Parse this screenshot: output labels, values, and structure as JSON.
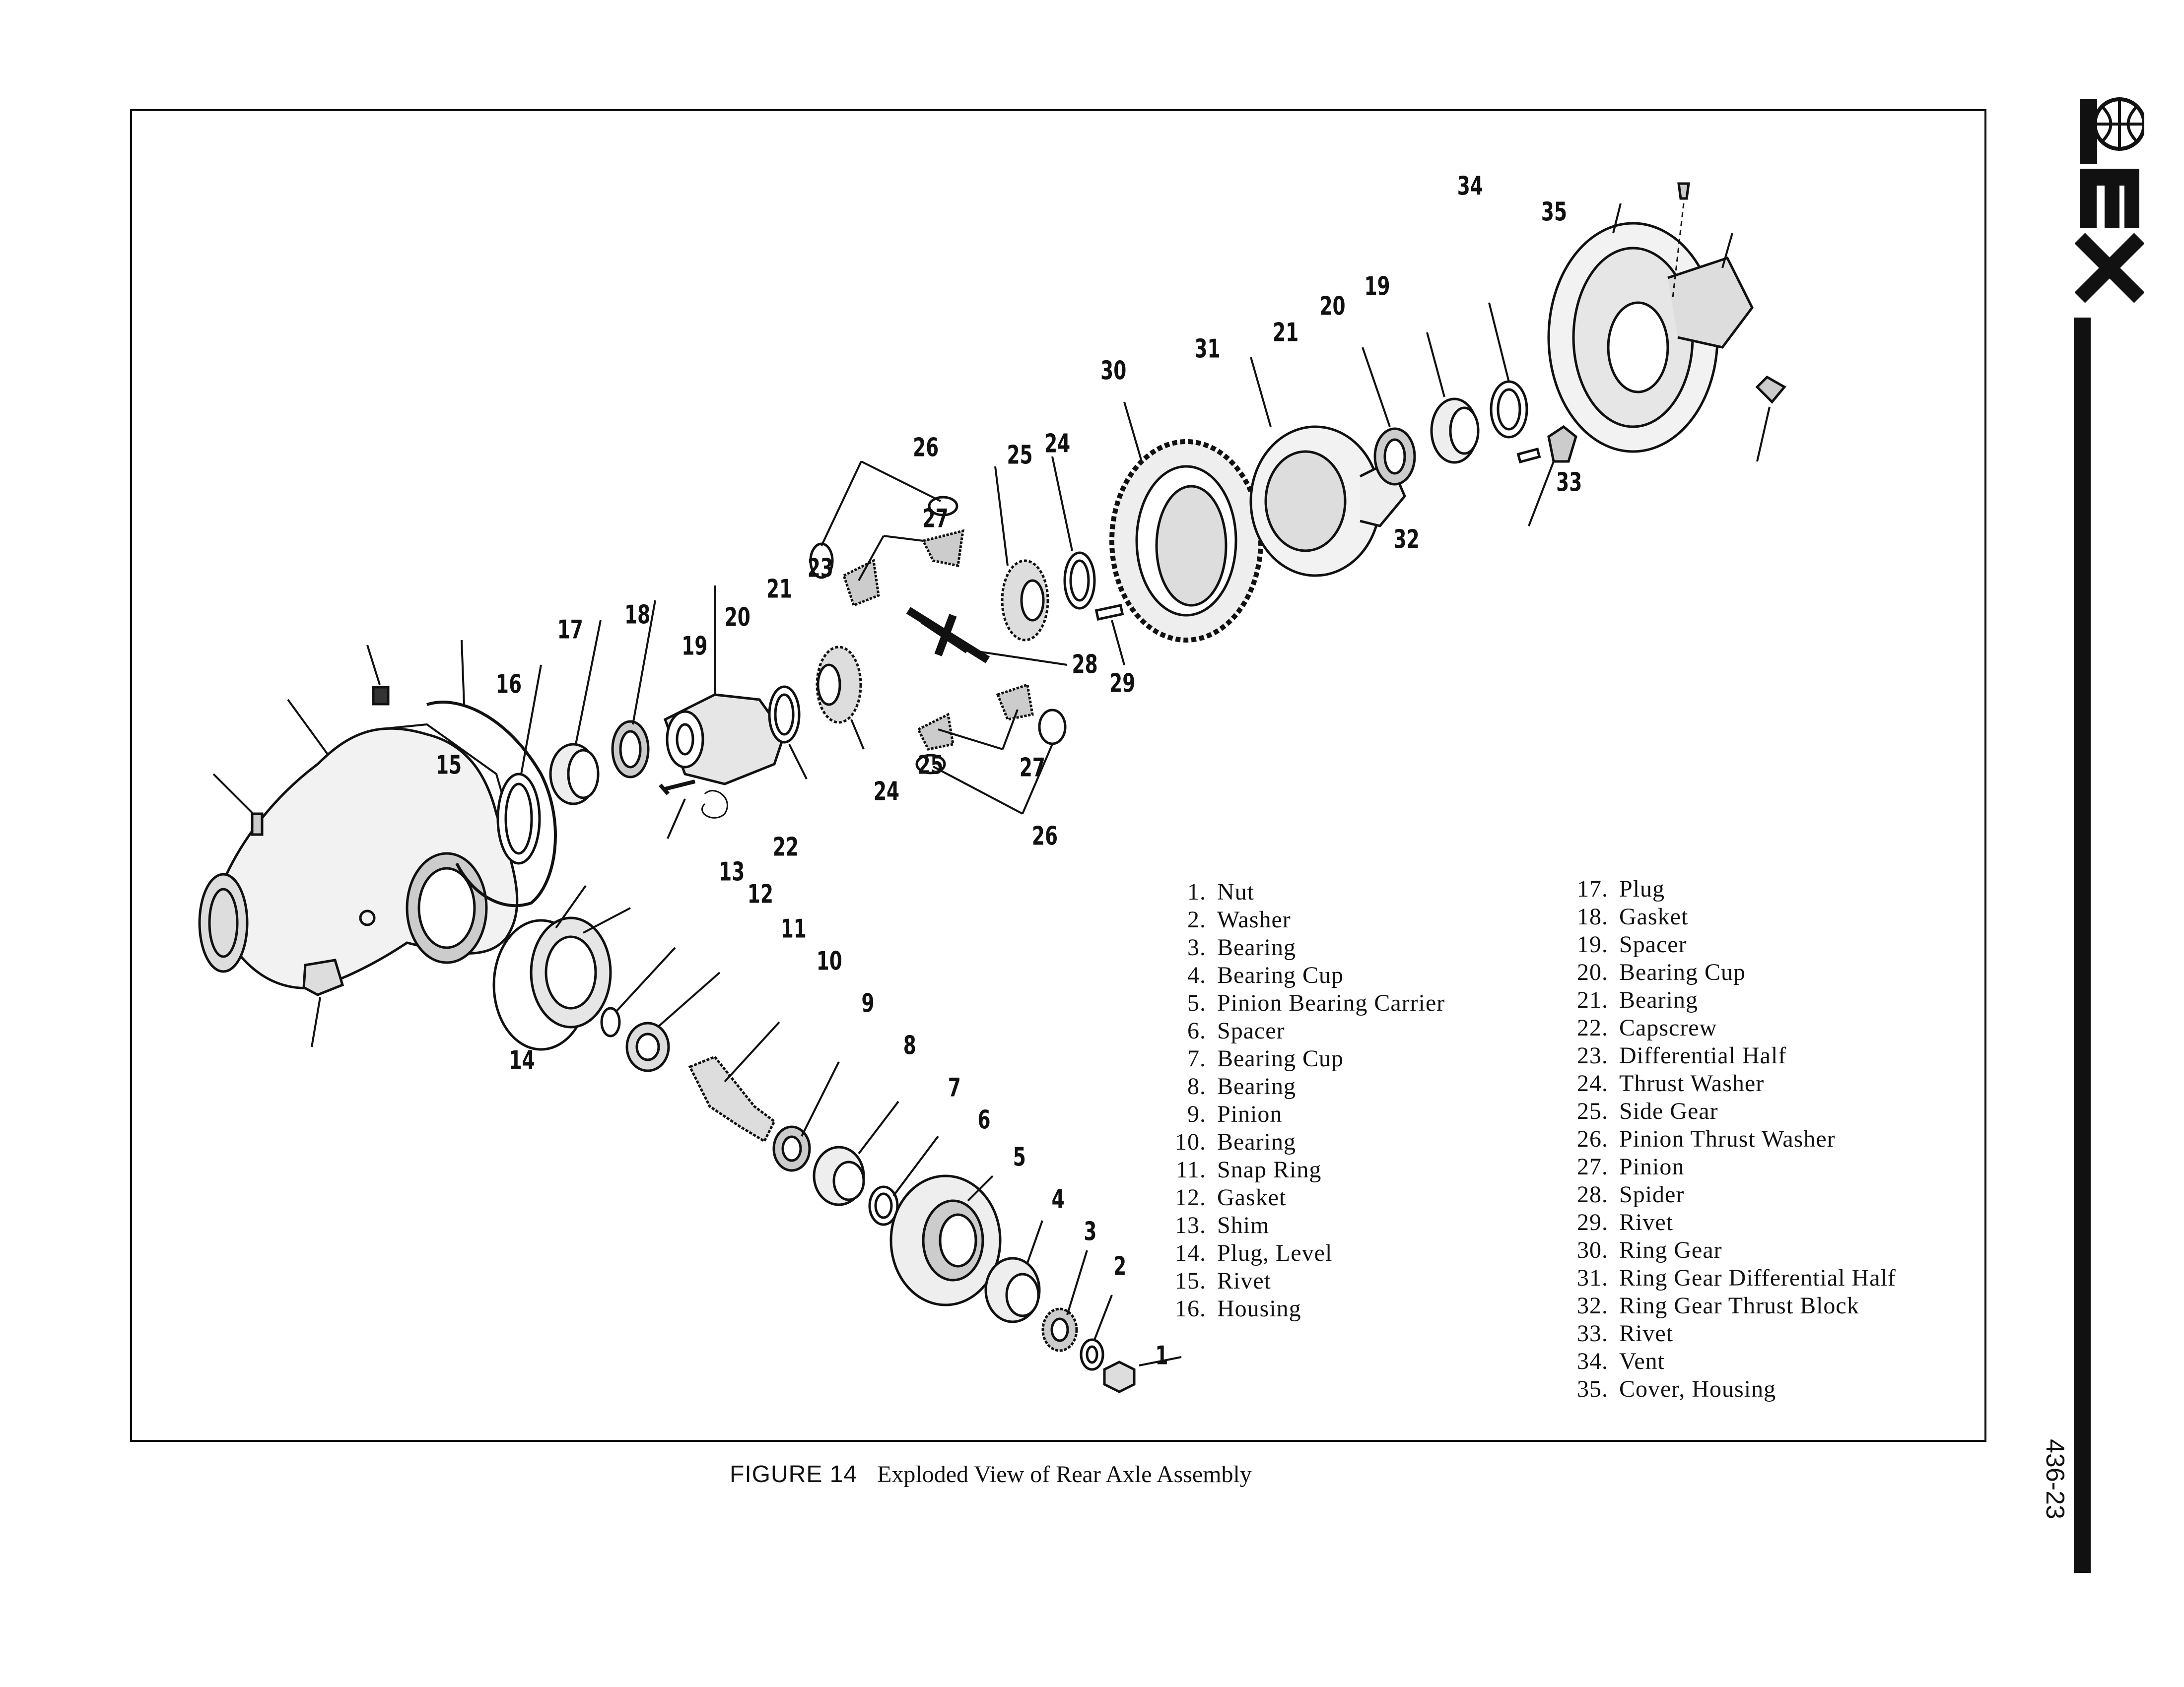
{
  "callouts": {
    "c1": "1",
    "c2": "2",
    "c3": "3",
    "c4": "4",
    "c5": "5",
    "c6": "6",
    "c7": "7",
    "c8": "8",
    "c9": "9",
    "c10": "10",
    "c11": "11",
    "c12": "12",
    "c13": "13",
    "c14": "14",
    "c15": "15",
    "c16": "16",
    "c17": "17",
    "c18": "18",
    "c19a": "19",
    "c19b": "19",
    "c20a": "20",
    "c20b": "20",
    "c21a": "21",
    "c21b": "21",
    "c22": "22",
    "c23": "23",
    "c24a": "24",
    "c24b": "24",
    "c25a": "25",
    "c25b": "25",
    "c26a": "26",
    "c26b": "26",
    "c27a": "27",
    "c27b": "27",
    "c28": "28",
    "c29": "29",
    "c30": "30",
    "c31": "31",
    "c32": "32",
    "c33": "33",
    "c34": "34",
    "c35": "35"
  },
  "legend_left": [
    {
      "num": "1.",
      "name": "Nut"
    },
    {
      "num": "2.",
      "name": "Washer"
    },
    {
      "num": "3.",
      "name": "Bearing"
    },
    {
      "num": "4.",
      "name": "Bearing Cup"
    },
    {
      "num": "5.",
      "name": "Pinion Bearing Carrier"
    },
    {
      "num": "6.",
      "name": "Spacer"
    },
    {
      "num": "7.",
      "name": "Bearing Cup"
    },
    {
      "num": "8.",
      "name": "Bearing"
    },
    {
      "num": "9.",
      "name": "Pinion"
    },
    {
      "num": "10.",
      "name": "Bearing"
    },
    {
      "num": "11.",
      "name": "Snap Ring"
    },
    {
      "num": "12.",
      "name": "Gasket"
    },
    {
      "num": "13.",
      "name": "Shim"
    },
    {
      "num": "14.",
      "name": "Plug, Level"
    },
    {
      "num": "15.",
      "name": "Rivet"
    },
    {
      "num": "16.",
      "name": "Housing"
    }
  ],
  "legend_right": [
    {
      "num": "17.",
      "name": "Plug"
    },
    {
      "num": "18.",
      "name": "Gasket"
    },
    {
      "num": "19.",
      "name": "Spacer"
    },
    {
      "num": "20.",
      "name": "Bearing Cup"
    },
    {
      "num": "21.",
      "name": "Bearing"
    },
    {
      "num": "22.",
      "name": "Capscrew"
    },
    {
      "num": "23.",
      "name": "Differential Half"
    },
    {
      "num": "24.",
      "name": "Thrust Washer"
    },
    {
      "num": "25.",
      "name": "Side Gear"
    },
    {
      "num": "26.",
      "name": "Pinion Thrust Washer"
    },
    {
      "num": "27.",
      "name": "Pinion"
    },
    {
      "num": "28.",
      "name": "Spider"
    },
    {
      "num": "29.",
      "name": "Rivet"
    },
    {
      "num": "30.",
      "name": "Ring Gear"
    },
    {
      "num": "31.",
      "name": "Ring Gear Differential Half"
    },
    {
      "num": "32.",
      "name": "Ring Gear Thrust Block"
    },
    {
      "num": "33.",
      "name": "Rivet"
    },
    {
      "num": "34.",
      "name": "Vent"
    },
    {
      "num": "35.",
      "name": "Cover, Housing"
    }
  ],
  "caption": {
    "figure_label": "FIGURE 14",
    "title": "Exploded View of Rear Axle Assembly"
  },
  "page_number": "436-23",
  "logo_text": "REX"
}
